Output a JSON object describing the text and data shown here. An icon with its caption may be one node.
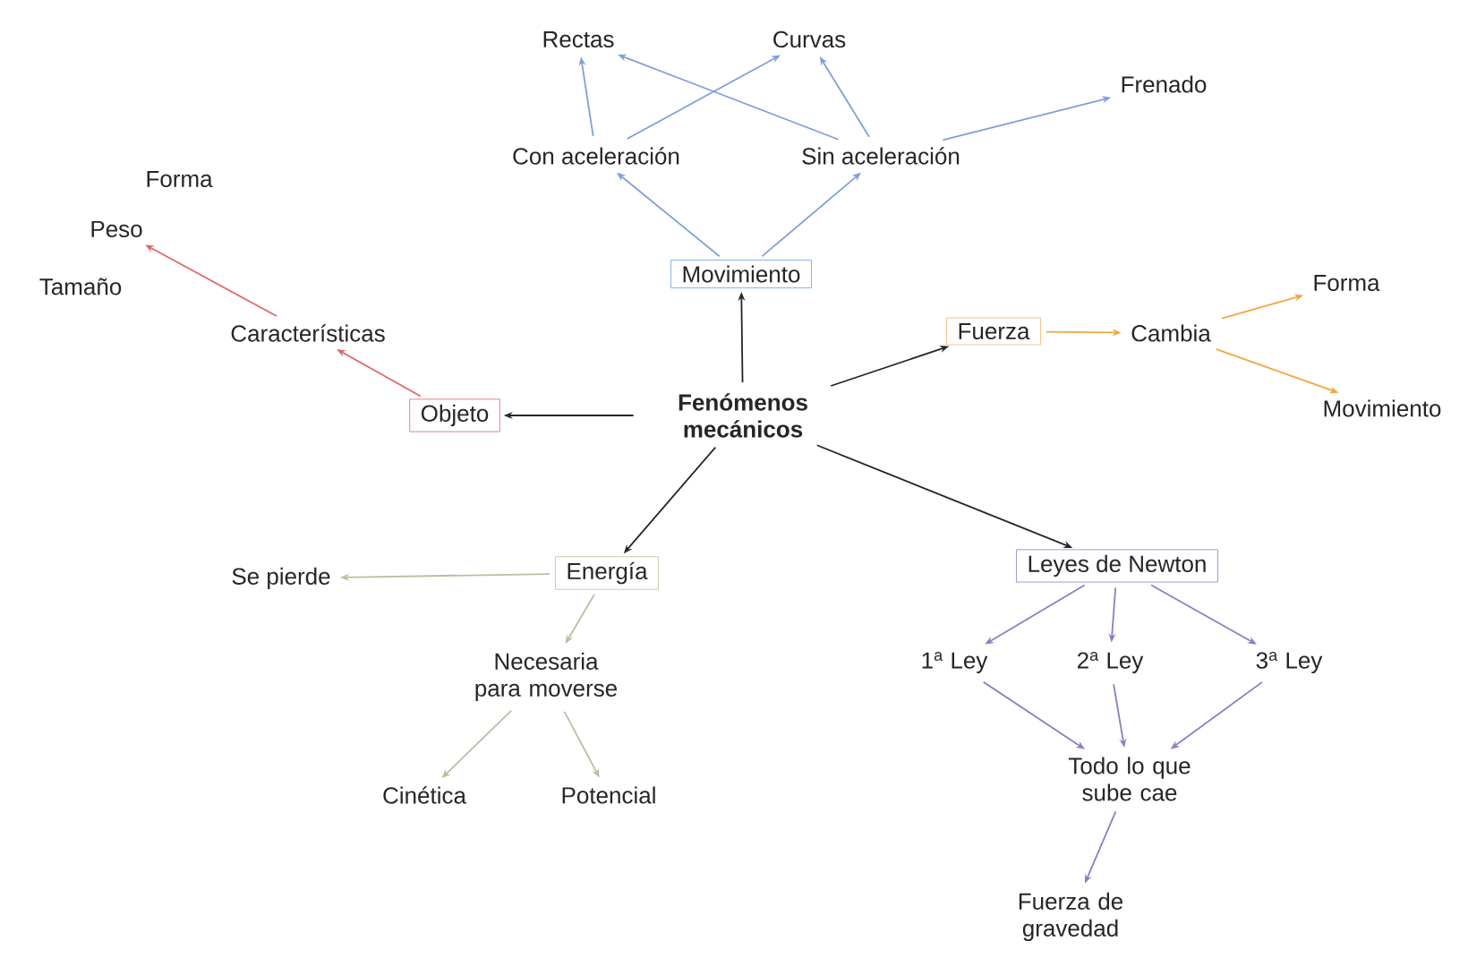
{
  "diagram": {
    "nodes": [
      {
        "text": [
          "Fenómenos mecánicos"
        ]
      },
      {
        "text": [
          "Movimiento"
        ]
      },
      {
        "text": [
          "Con aceleración"
        ]
      },
      {
        "text": [
          "Sin aceleración"
        ]
      },
      {
        "text": [
          "Rectas"
        ]
      },
      {
        "text": [
          "Curvas"
        ]
      },
      {
        "text": [
          "Frenado"
        ]
      },
      {
        "text": [
          "Fuerza"
        ]
      },
      {
        "text": [
          "Cambia"
        ]
      },
      {
        "text": [
          "Forma"
        ]
      },
      {
        "text": [
          "Movimiento"
        ]
      },
      {
        "text": [
          "Objeto"
        ]
      },
      {
        "text": [
          "Características"
        ]
      },
      {
        "text": [
          "Forma"
        ]
      },
      {
        "text": [
          "Peso"
        ]
      },
      {
        "text": [
          "Tamaño"
        ]
      },
      {
        "text": [
          "Energía"
        ]
      },
      {
        "text": [
          "Se pierde"
        ]
      },
      {
        "text": [
          "Necesaria para moverse"
        ]
      },
      {
        "text": [
          "Cinética"
        ]
      },
      {
        "text": [
          "Potencial"
        ]
      },
      {
        "text": [
          "Leyes de Newton"
        ]
      },
      {
        "text": [
          "1$^{a}$ Ley"
        ]
      },
      {
        "text": [
          "2$^{a}$ Ley"
        ]
      },
      {
        "text": [
          "3$^{a}$ Ley"
        ]
      },
      {
        "text": [
          "Todo lo que sube cae"
        ]
      },
      {
        "text": [
          "Fuerza de gravedad"
        ]
      }
    ],
    "edges": [
      {
        "from": 0,
        "to": 1,
        "arrow": "to",
        "color": "#262626"
      },
      {
        "from": 1,
        "to": 2,
        "arrow": "to",
        "color": "#7f9fd9"
      },
      {
        "from": 1,
        "to": 3,
        "arrow": "to",
        "color": "#7f9fd9"
      },
      {
        "from": 2,
        "to": 4,
        "arrow": "to",
        "color": "#7f9fd9"
      },
      {
        "from": 2,
        "to": 5,
        "arrow": "to",
        "color": "#7f9fd9"
      },
      {
        "from": 3,
        "to": 4,
        "arrow": "to",
        "color": "#7f9fd9"
      },
      {
        "from": 3,
        "to": 5,
        "arrow": "to",
        "color": "#7f9fd9"
      },
      {
        "from": 3,
        "to": 6,
        "arrow": "to",
        "color": "#7f9fd9"
      },
      {
        "from": 0,
        "to": 7,
        "arrow": "to",
        "color": "#262626"
      },
      {
        "from": 7,
        "to": 8,
        "arrow": "to",
        "color": "#f0a742"
      },
      {
        "from": 8,
        "to": 9,
        "arrow": "to",
        "color": "#f0a742"
      },
      {
        "from": 8,
        "to": 10,
        "arrow": "to",
        "color": "#f0a742"
      },
      {
        "from": 0,
        "to": 11,
        "arrow": "to",
        "color": "#262626"
      },
      {
        "from": 11,
        "to": 12,
        "arrow": "to",
        "color": "#e06666"
      },
      {
        "from": 12,
        "to": 14,
        "arrow": "to",
        "color": "#e06666"
      },
      {
        "from": 0,
        "to": 16,
        "arrow": "to",
        "color": "#262626"
      },
      {
        "from": 16,
        "to": 17,
        "arrow": "to",
        "color": "#b7bf9e"
      },
      {
        "from": 16,
        "to": 18,
        "arrow": "to",
        "color": "#b7bf9e"
      },
      {
        "from": 18,
        "to": 19,
        "arrow": "to",
        "color": "#b7bf9e"
      },
      {
        "from": 18,
        "to": 20,
        "arrow": "to",
        "color": "#b7bf9e"
      },
      {
        "from": 0,
        "to": 21,
        "arrow": "to",
        "color": "#262626"
      },
      {
        "from": 21,
        "to": 22,
        "arrow": "to",
        "color": "#8e7cc3"
      },
      {
        "from": 21,
        "to": 23,
        "arrow": "to",
        "color": "#8e7cc3"
      },
      {
        "from": 21,
        "to": 24,
        "arrow": "to",
        "color": "#8e7cc3"
      },
      {
        "from": 22,
        "to": 25,
        "arrow": "to",
        "color": "#8e7cc3"
      },
      {
        "from": 23,
        "to": 25,
        "arrow": "to",
        "color": "#8e7cc3"
      },
      {
        "from": 24,
        "to": 25,
        "arrow": "to",
        "color": "#8e7cc3"
      },
      {
        "from": 25,
        "to": 26,
        "arrow": "to",
        "color": "#8e7cc3"
      }
    ]
  }
}
